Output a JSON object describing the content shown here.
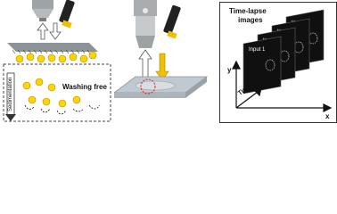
{
  "left_panel": {
    "label_washing": "Washing free",
    "label_sedimentation": "Sedimentation"
  },
  "right_panel": {
    "title_line1": "Time-lapse",
    "title_line2": "images",
    "frames": [
      "Input 1",
      "Input 2",
      "Input 3",
      "Input 4"
    ],
    "axis_time": "Time",
    "axis_x": "x",
    "axis_y": "y"
  },
  "colors": {
    "accent_yellow": "#f0c000",
    "sample_bead": "#ffd400",
    "dashed_circle": "#e02020",
    "frame": "#101010",
    "slide": "#bfc9cf"
  },
  "icons": [
    "objective-lens-icon",
    "light-source-icon",
    "arrow-up-icon",
    "arrow-down-icon",
    "sedimentation-arrow-icon"
  ]
}
